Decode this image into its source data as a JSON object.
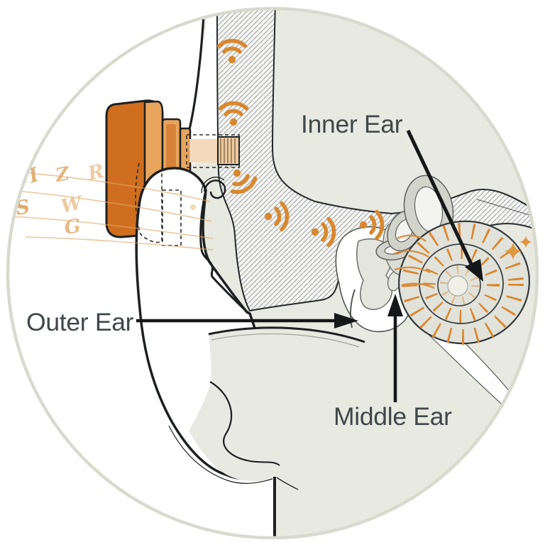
{
  "labels": {
    "inner_ear": "Inner Ear",
    "outer_ear": "Outer Ear",
    "middle_ear": "Middle Ear"
  },
  "letters": [
    {
      "char": "I"
    },
    {
      "char": "Z"
    },
    {
      "char": "R"
    },
    {
      "char": "S"
    },
    {
      "char": "W"
    },
    {
      "char": "G"
    }
  ],
  "icons": {
    "sound_wave": "wifi-arcs-with-dot",
    "sparkle": "four-point-star",
    "device": "bone-anchored-hearing-aid"
  },
  "colors": {
    "accent_orange": "#cf6e1e",
    "accent_orange_light": "#e7a55e",
    "wave_orange": "#d9872f",
    "letter_orange": "#dfa35f",
    "skin_tone": "#f5d9bb",
    "thread_tone": "#eccaa2",
    "head_fill": "#e8e9e1",
    "label_gray": "#40474a",
    "outline_black": "#1d1f20",
    "circle_rim": "#d8dace"
  }
}
